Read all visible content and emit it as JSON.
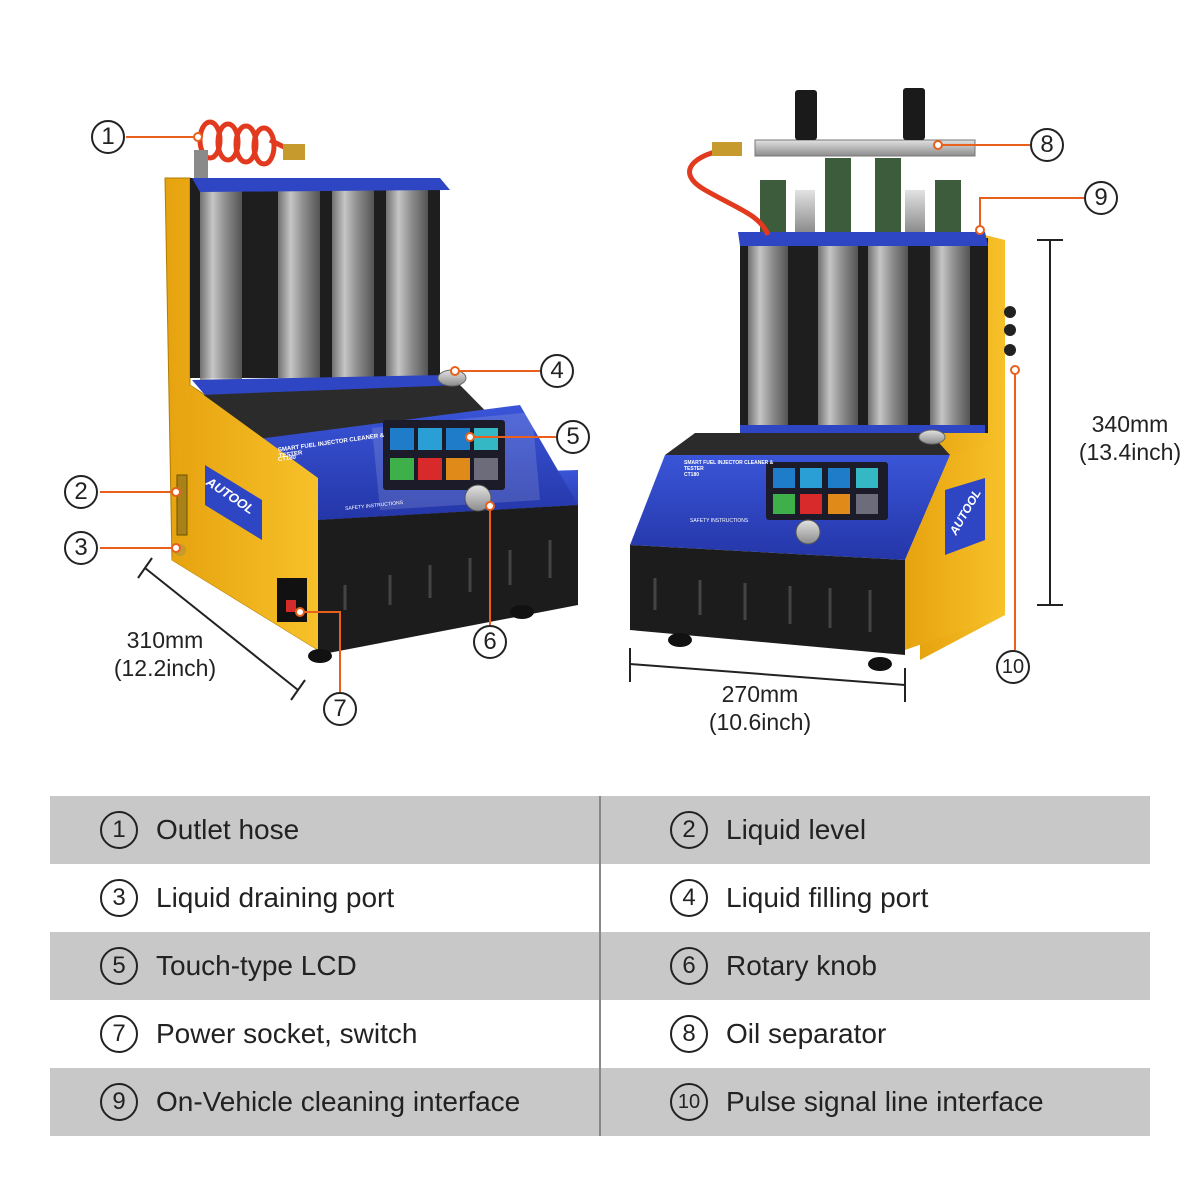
{
  "callouts": [
    "1",
    "2",
    "3",
    "4",
    "5",
    "6",
    "7",
    "8",
    "9",
    "10"
  ],
  "branding": {
    "logo": "AUTOOL",
    "panel_title": "SMART FUEL INJECTOR CLEANER & TESTER",
    "model": "CT180",
    "safety": "SAFETY INSTRUCTIONS"
  },
  "dimensions": {
    "depth_mm": "310mm",
    "depth_in": "(12.2inch)",
    "width_mm": "270mm",
    "width_in": "(10.6inch)",
    "height_mm": "340mm",
    "height_in": "(13.4inch)"
  },
  "legend": [
    {
      "num": "1",
      "label": "Outlet hose"
    },
    {
      "num": "2",
      "label": "Liquid level"
    },
    {
      "num": "3",
      "label": "Liquid draining port"
    },
    {
      "num": "4",
      "label": "Liquid filling port"
    },
    {
      "num": "5",
      "label": "Touch-type LCD"
    },
    {
      "num": "6",
      "label": "Rotary knob"
    },
    {
      "num": "7",
      "label": "Power socket, switch"
    },
    {
      "num": "8",
      "label": "Oil separator"
    },
    {
      "num": "9",
      "label": "On-Vehicle cleaning interface"
    },
    {
      "num": "10",
      "label": "Pulse signal line interface"
    }
  ],
  "colors": {
    "machine_yellow": "#f2b418",
    "panel_blue": "#2e46c4",
    "base_black": "#1c1c1c",
    "callout_orange": "#e8601c",
    "legend_gray": "#c8c8c8"
  }
}
